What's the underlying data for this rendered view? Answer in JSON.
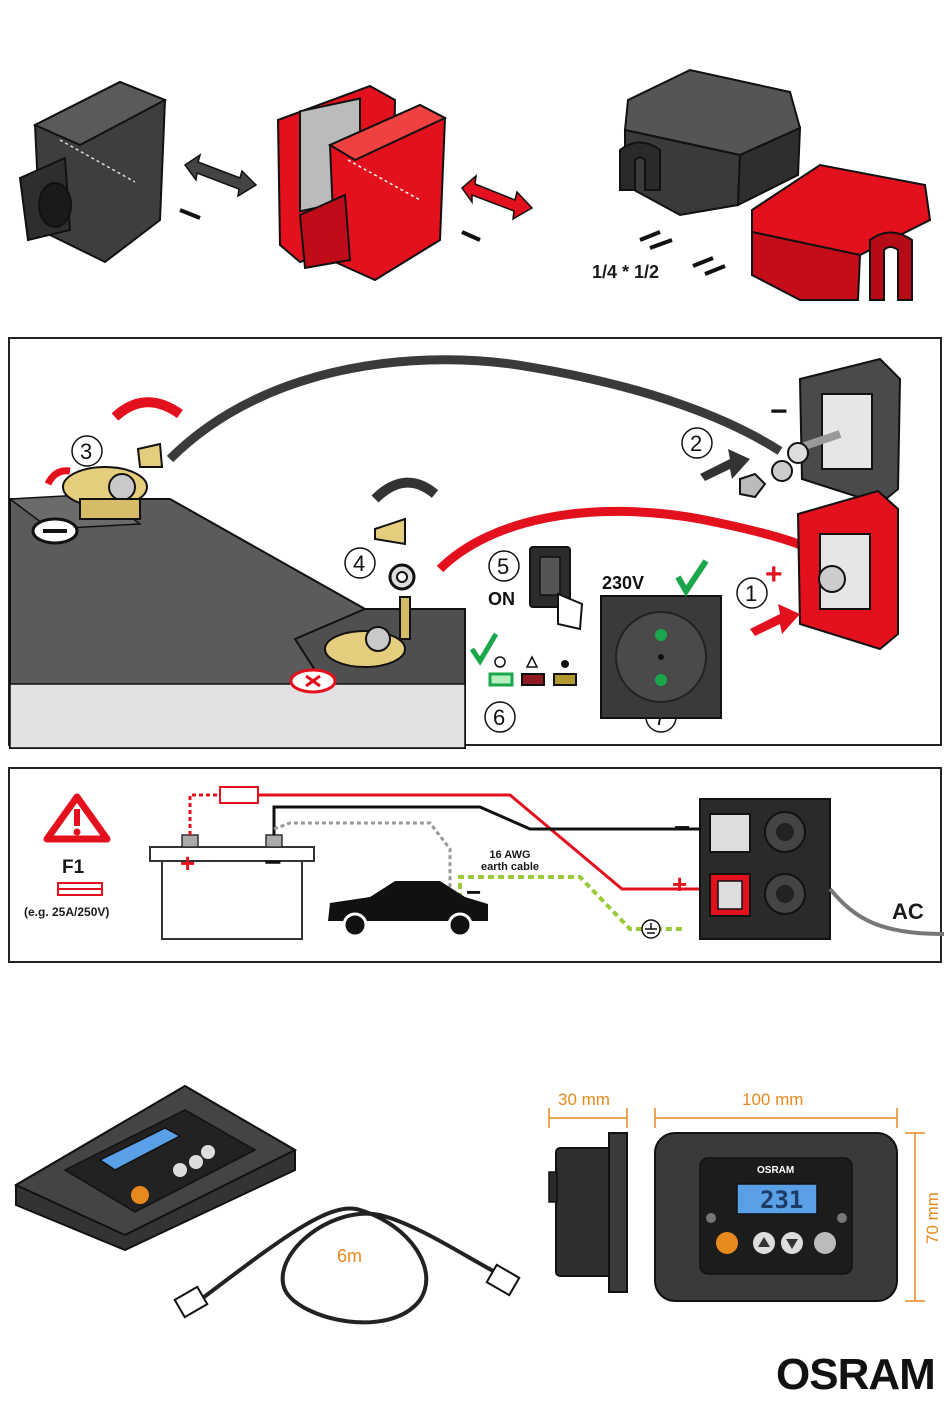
{
  "top": {
    "screw_note": "1/4 * 1/2"
  },
  "install": {
    "steps": [
      "1",
      "2",
      "3",
      "4",
      "5",
      "6",
      "7"
    ],
    "on_label": "ON",
    "voltage_label": "230V",
    "polarity_minus": "−",
    "polarity_plus": "+"
  },
  "wiring": {
    "fuse_label": "F1",
    "fuse_rating": "(e.g. 25A/250V)",
    "earth_cable_line1": "16 AWG",
    "earth_cable_line2": "earth cable",
    "ac_label": "AC"
  },
  "remote": {
    "cable_length": "6m",
    "depth_dim": "30 mm",
    "width_dim": "100 mm",
    "height_dim": "70 mm",
    "brand_small": "OSRAM",
    "lcd_reading": "231"
  },
  "brand": "OSRAM",
  "colors": {
    "red": "#e3101d",
    "dark": "#3c3c3c",
    "green": "#1aa64a",
    "orange": "#e8891e",
    "lcd": "#5aa0e6"
  }
}
